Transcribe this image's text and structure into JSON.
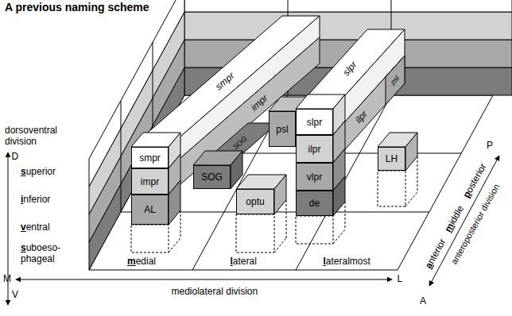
{
  "diagram": {
    "title": "A previous naming scheme",
    "nodes": [
      {
        "text": [
          "smpr"
        ]
      },
      {
        "text": [
          "impr"
        ]
      },
      {
        "text": [
          "AL"
        ]
      },
      {
        "text": [
          "SOG"
        ]
      },
      {
        "text": [
          "optu"
        ]
      },
      {
        "text": [
          "psl"
        ]
      },
      {
        "text": [
          "slpr"
        ]
      },
      {
        "text": [
          "ilpr"
        ]
      },
      {
        "text": [
          "vlpr"
        ]
      },
      {
        "text": [
          "de"
        ]
      },
      {
        "text": [
          "LH"
        ]
      }
    ],
    "labels": [
      "dorsoventral division",
      "D",
      "superior",
      "inferior",
      "ventral",
      "suboeso- phageal",
      "V",
      "medial",
      "lateral",
      "lateralmost",
      "M",
      "L",
      "mediolateral division",
      "anterior",
      "middle",
      "posterior",
      "anteroposterior division",
      "A",
      "P",
      "smpr",
      "impr",
      "SOG",
      "psl",
      "slpr",
      "ilpr"
    ]
  }
}
